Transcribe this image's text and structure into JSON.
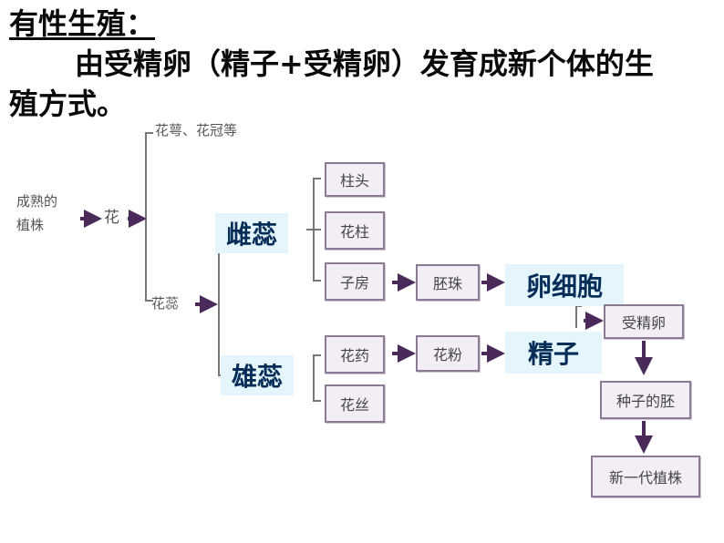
{
  "heading": {
    "title": "有性生殖：",
    "line1": "由受精卵（精子+受精卵）发育成新个体的生",
    "line2": "殖方式。"
  },
  "diagram": {
    "mature_plant": [
      "成熟的",
      "植株"
    ],
    "flower": "花",
    "calyx_corolla": "花萼、花冠等",
    "stamen_pistil": "花蕊",
    "pistil": "雌蕊",
    "stamen": "雄蕊",
    "stigma": "柱头",
    "style": "花柱",
    "ovary": "子房",
    "ovule": "胚珠",
    "egg_cell": "卵细胞",
    "anther": "花药",
    "filament": "花丝",
    "pollen": "花粉",
    "sperm": "精子",
    "zygote": "受精卵",
    "seed_embryo": "种子的胚",
    "new_plant": "新一代植株"
  },
  "colors": {
    "arrow": "#4a2a5a",
    "box_fill": "#f3eef6",
    "highlight_fill": "#e4f6fc",
    "highlight_text": "#062d58"
  }
}
